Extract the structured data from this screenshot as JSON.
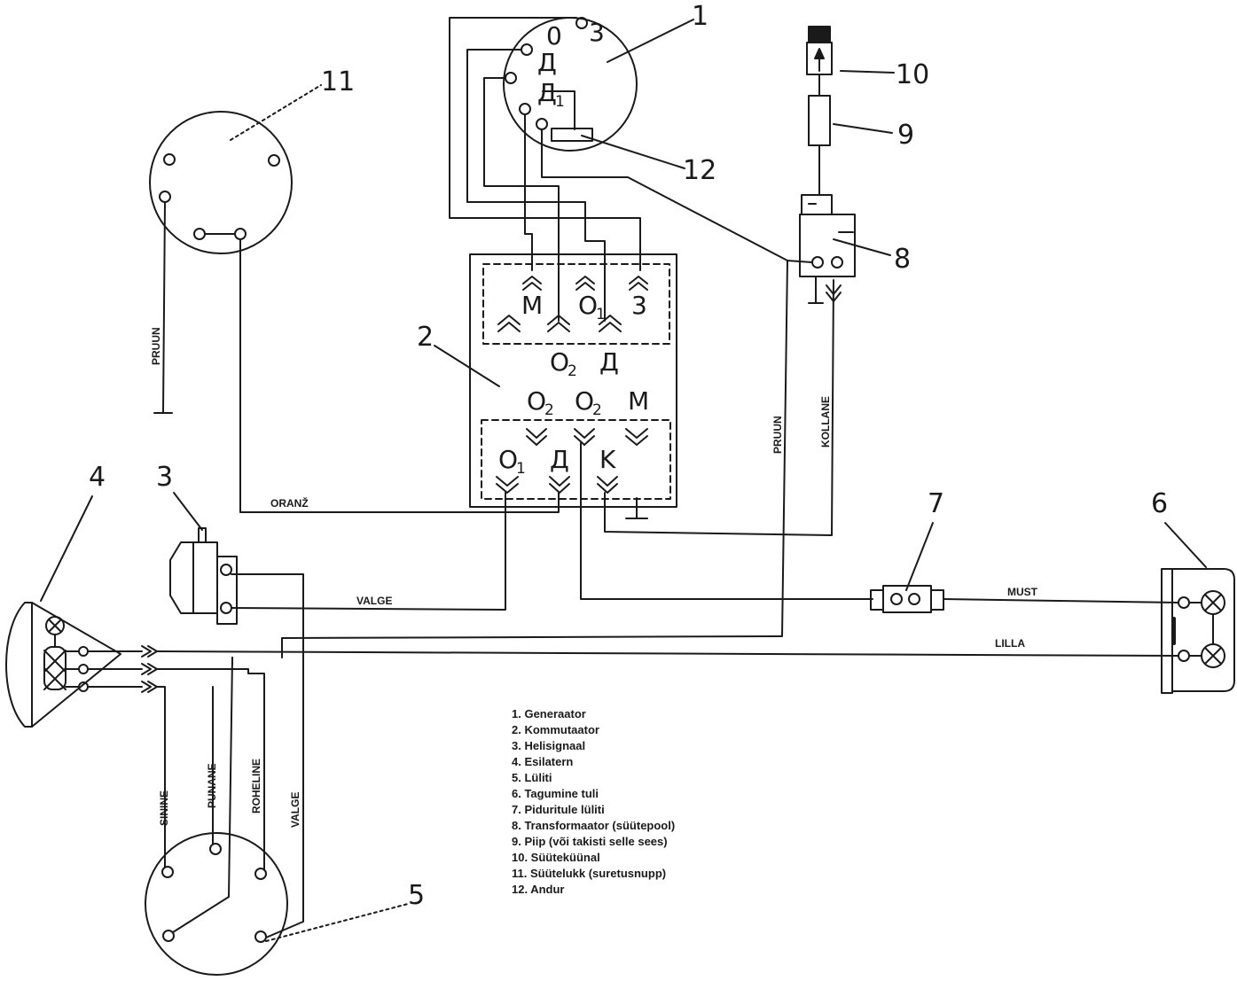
{
  "component_numbers": {
    "generator": "1",
    "commutator": "2",
    "horn": "3",
    "headlamp": "4",
    "switch": "5",
    "taillight": "6",
    "brake_switch": "7",
    "transformer": "8",
    "cap": "9",
    "spark_plug": "10",
    "ignition_lock": "11",
    "sensor": "12"
  },
  "generator_pins": {
    "zero": "0",
    "three": "3",
    "de": "Д",
    "de1_main": "Д",
    "de1_sub": "1"
  },
  "commutator_pins": {
    "top_m": "M",
    "top_o1_main": "O",
    "top_o1_sub": "1",
    "top_3": "3",
    "mid_o2_main": "O",
    "mid_o2_sub": "2",
    "mid_de": "Д",
    "low_o2a_main": "O",
    "low_o2a_sub": "2",
    "low_o2b_main": "O",
    "low_o2b_sub": "2",
    "low_m": "M",
    "bot_o1_main": "O",
    "bot_o1_sub": "1",
    "bot_de": "Д",
    "bot_k": "K"
  },
  "wire_labels": {
    "pruun_left": "PRUUN",
    "oranz": "ORANŽ",
    "valge_horn": "VALGE",
    "pruun_right": "PRUUN",
    "kollane": "KOLLANE",
    "must": "MUST",
    "lilla": "LILLA",
    "sinine": "SININE",
    "punane": "PUNANE",
    "roheline": "ROHELINE",
    "valge_switch": "VALGE"
  },
  "legend": [
    "1. Generaator",
    "2. Kommutaator",
    "3. Helisignaal",
    "4. Esilatern",
    "5. Lüliti",
    "6. Tagumine tuli",
    "7. Piduritule lüliti",
    "8. Transformaator (süütepool)",
    "9. Piip (või takisti selle sees)",
    "10. Süüteküünal",
    "11. Süütelukk (suretusnupp)",
    "12. Andur"
  ]
}
